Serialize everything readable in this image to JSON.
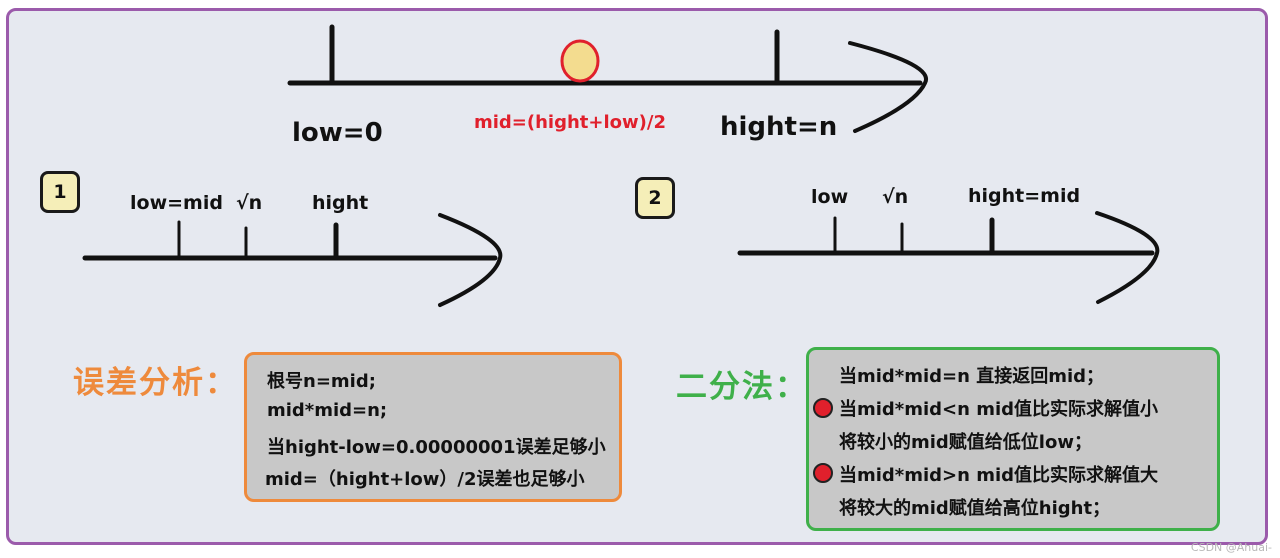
{
  "top": {
    "low_label": "low=0",
    "mid_formula": "mid=(hight+low)/2",
    "high_label": "hight=n"
  },
  "case1": {
    "badge": "1",
    "ticks": [
      "low=mid",
      "√n",
      "hight"
    ]
  },
  "case2": {
    "badge": "2",
    "ticks": [
      "low",
      "√n",
      "hight=mid"
    ]
  },
  "error_analysis": {
    "heading": "误差分析：",
    "lines": [
      "根号n=mid;",
      "mid*mid=n;",
      "当hight-low=0.00000001误差足够小",
      "mid=（hight+low）/2误差也足够小"
    ],
    "border_color": "#ee8a3c",
    "heading_color": "#ee8a3c"
  },
  "bisection": {
    "heading": "二分法：",
    "lines": [
      "当mid*mid=n 直接返回mid；",
      "当mid*mid<n mid值比实际求解值小",
      "将较小的mid赋值给低位low；",
      "当mid*mid>n mid值比实际求解值大",
      "将较大的mid赋值给高位hight；"
    ],
    "border_color": "#3fb04a",
    "heading_color": "#3fb04a"
  },
  "watermark": "CSDN @Ahuai-"
}
